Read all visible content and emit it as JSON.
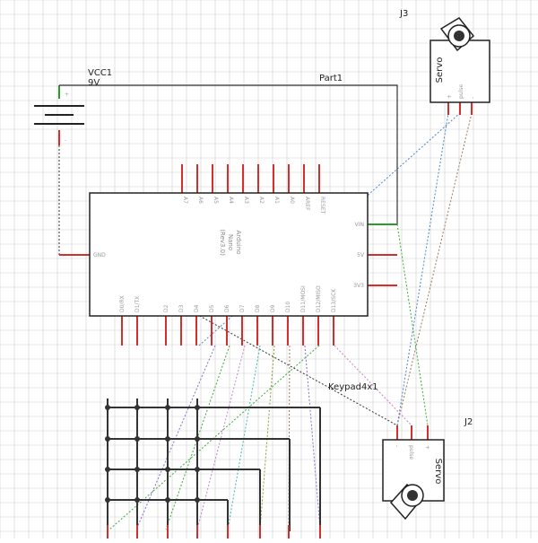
{
  "battery": {
    "name": "VCC1",
    "voltage": "9V",
    "plus": "+",
    "minus": "-"
  },
  "wire_label": "Part1",
  "arduino": {
    "title_lines": [
      "Arduino",
      "Nano",
      "(Rev3.0)"
    ],
    "top_pins": [
      "A7",
      "A6",
      "A5",
      "A4",
      "A3",
      "A2",
      "A1",
      "A0",
      "AREF",
      "RESET"
    ],
    "bottom_pins": [
      "D0/RX",
      "D1/TX",
      "D2",
      "D3",
      "D4",
      "D5",
      "D6",
      "D7",
      "D8",
      "D9",
      "D10",
      "D11/MOSI",
      "D12/MISO",
      "D13/SCK"
    ],
    "right_pins": [
      "VIN",
      "5V",
      "3V3"
    ],
    "left_pins": [
      "GND"
    ]
  },
  "servo_top": {
    "ref": "J3",
    "name": "Servo",
    "pins": [
      "+",
      "pulse",
      "-"
    ]
  },
  "servo_bottom": {
    "ref": "J2",
    "name": "Servo",
    "pins": [
      "+",
      "pulse",
      "-"
    ]
  },
  "keypad": {
    "name": "Keypad4x1"
  },
  "colors": {
    "grid": "#cfcfcf",
    "pin_red": "#d32f2f",
    "wire_black": "#333333",
    "wire_green": "#2e9a2e",
    "dash_blue": "#4a86c8",
    "dash_green": "#3aa83a",
    "dash_pink": "#c980c9",
    "dash_brown": "#9a7a5a",
    "dash_purple": "#8a6ad0",
    "dash_teal": "#3fb7b0",
    "dash_olive": "#8a9a3a"
  }
}
